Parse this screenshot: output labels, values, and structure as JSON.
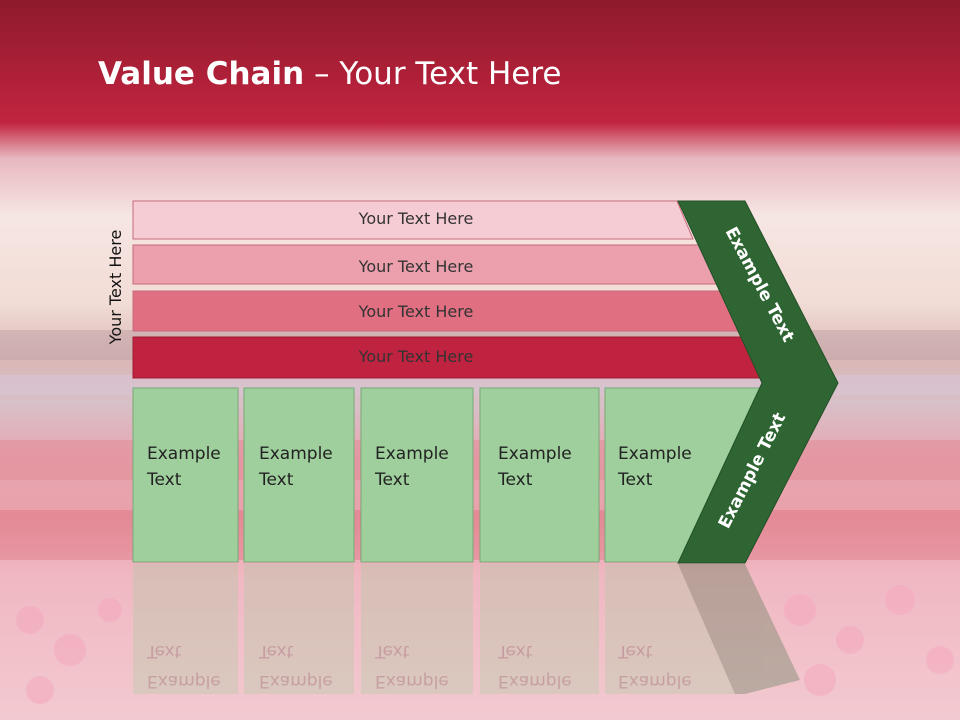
{
  "slide": {
    "title_bold": "Value Chain",
    "title_rest": " – Your Text Here",
    "vertical_label": "Your Text Here"
  },
  "support_bars": [
    {
      "label": "Your Text Here",
      "color": "#f6ccd4"
    },
    {
      "label": "Your Text Here",
      "color": "#eca0ad"
    },
    {
      "label": "Your Text Here",
      "color": "#e06f82"
    },
    {
      "label": "Your Text Here",
      "color": "#c0233f"
    }
  ],
  "primary_cells": [
    {
      "line1": "Example",
      "line2": "Text"
    },
    {
      "line1": "Example",
      "line2": "Text"
    },
    {
      "line1": "Example",
      "line2": "Text"
    },
    {
      "line1": "Example",
      "line2": "Text"
    },
    {
      "line1": "Example",
      "line2": "Text"
    }
  ],
  "chevron": {
    "upper_label": "Example Text",
    "lower_label": "Example Text",
    "color": "#2e6532"
  },
  "colors": {
    "header": "#c2243f",
    "cell_fill": "#9ecf9c"
  }
}
